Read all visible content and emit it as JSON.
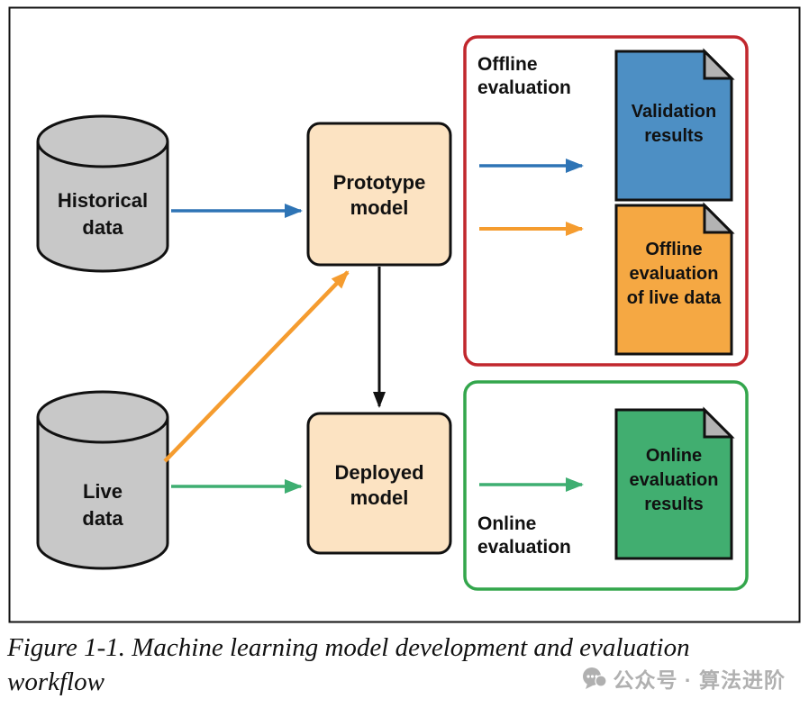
{
  "figure": {
    "caption_line1": "Figure 1-1. Machine learning model development and evaluation",
    "caption_line2": "workflow"
  },
  "watermark": {
    "label": "公众号 · 算法进阶"
  },
  "colors": {
    "arrow_blue": "#2e74b5",
    "arrow_orange": "#f59c2f",
    "arrow_green": "#3eae71",
    "arrow_black": "#111111",
    "cylinder_fill": "#c8c8c8",
    "model_box_fill": "#fce3c2",
    "validation_doc_fill": "#4d8fc4",
    "offline_doc_fill": "#f5a843",
    "online_doc_fill": "#41ae70",
    "doc_fold_fill": "#b3b3b3",
    "offline_box_border": "#c1272d",
    "online_box_border": "#33a64c",
    "outline": "#111111"
  },
  "nodes": {
    "historical_data": {
      "lines": [
        "Historical",
        "data"
      ]
    },
    "live_data": {
      "lines": [
        "Live",
        "data"
      ]
    },
    "prototype_model": {
      "lines": [
        "Prototype",
        "model"
      ]
    },
    "deployed_model": {
      "lines": [
        "Deployed",
        "model"
      ]
    }
  },
  "groups": {
    "offline": {
      "lines": [
        "Offline",
        "evaluation"
      ]
    },
    "online": {
      "lines": [
        "Online",
        "evaluation"
      ]
    }
  },
  "documents": {
    "validation_results": {
      "lines": [
        "Validation",
        "results"
      ]
    },
    "offline_evaluation": {
      "lines": [
        "Offline",
        "evaluation",
        "of live data"
      ]
    },
    "online_evaluation": {
      "lines": [
        "Online",
        "evaluation",
        "results"
      ]
    }
  }
}
